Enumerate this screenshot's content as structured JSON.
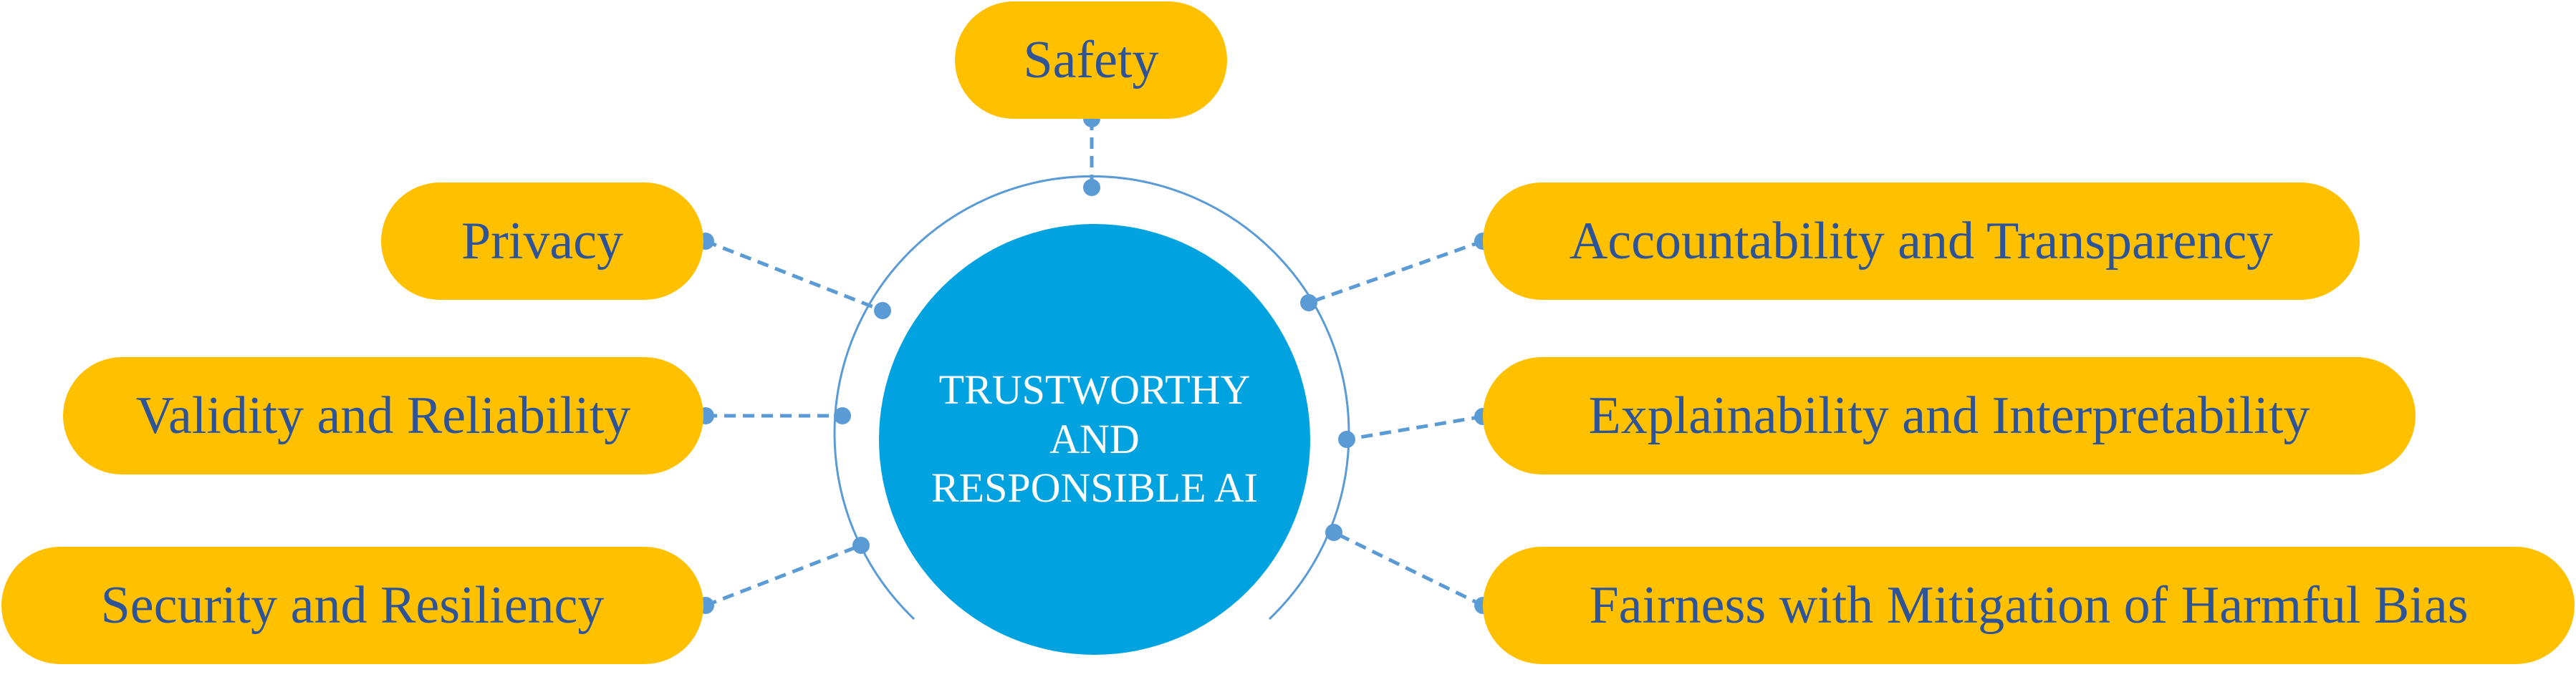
{
  "colors": {
    "pill_fill": "#FFC000",
    "pill_text": "#2F5496",
    "core_fill": "#00A3DF",
    "core_text": "#FFFFFF",
    "connector": "#5B9BD5"
  },
  "center": {
    "line1": "TRUSTWORTHY",
    "line2": "AND",
    "line3": "RESPONSIBLE AI"
  },
  "principles": {
    "safety": "Safety",
    "privacy": "Privacy",
    "validity": "Validity and Reliability",
    "security": "Security and Resiliency",
    "accountability": "Accountability and Transparency",
    "explainability": "Explainability and Interpretability",
    "fairness": "Fairness with Mitigation of Harmful Bias"
  }
}
